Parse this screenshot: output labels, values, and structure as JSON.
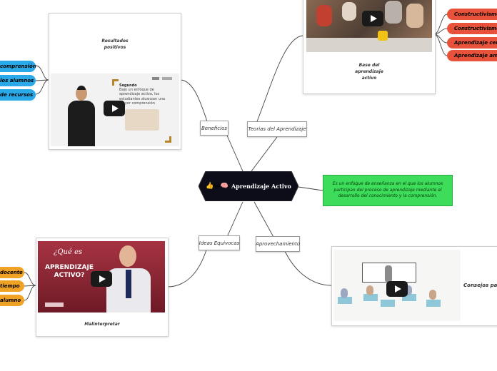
{
  "central": {
    "emoji": "👍😀🧠",
    "title": "Aprendizaje Activo"
  },
  "definition": {
    "text": "Es un enfoque de enseñanza en el que los alumnos participan del proceso de aprendizaje mediante el desarrollo del conocimiento y la comprensión."
  },
  "topics": {
    "beneficios": "Beneficios",
    "teorias": "Teorias del Aprendizaje",
    "ideas": "Ideas Equivocas",
    "aprovechamiento": "Aprovechamiento"
  },
  "beneficios_card": {
    "caption": "Resultados positivos",
    "video_title": "Segundo",
    "video_body": "Bajo un enfoque de aprendizaje activo, los estudiantes alcanzan una mayor comprensión"
  },
  "beneficios_pills": [
    "comprensión",
    "los alumnos",
    "de recursos"
  ],
  "teorias_card": {
    "caption": "Base del aprendizaje activo"
  },
  "teorias_pills": [
    "Constructivismo",
    "Constructivismo So",
    "Aprendizaje centr",
    "Aprendizaje ampl"
  ],
  "ideas_card": {
    "video_q": "¿Qué es",
    "video_title": "APRENDIZAJE ACTIVO?",
    "caption": "Malinterpretar"
  },
  "ideas_pills": [
    "docente",
    "tiempo",
    "alumno"
  ],
  "aprovechamiento_card": {
    "caption": "Consejos para"
  },
  "colors": {
    "central_bg": "#0d0d1a",
    "definition_bg": "#3ddc5a",
    "pill_blue": "#29a9e8",
    "pill_red": "#e8523a",
    "pill_orange": "#f0a224"
  }
}
